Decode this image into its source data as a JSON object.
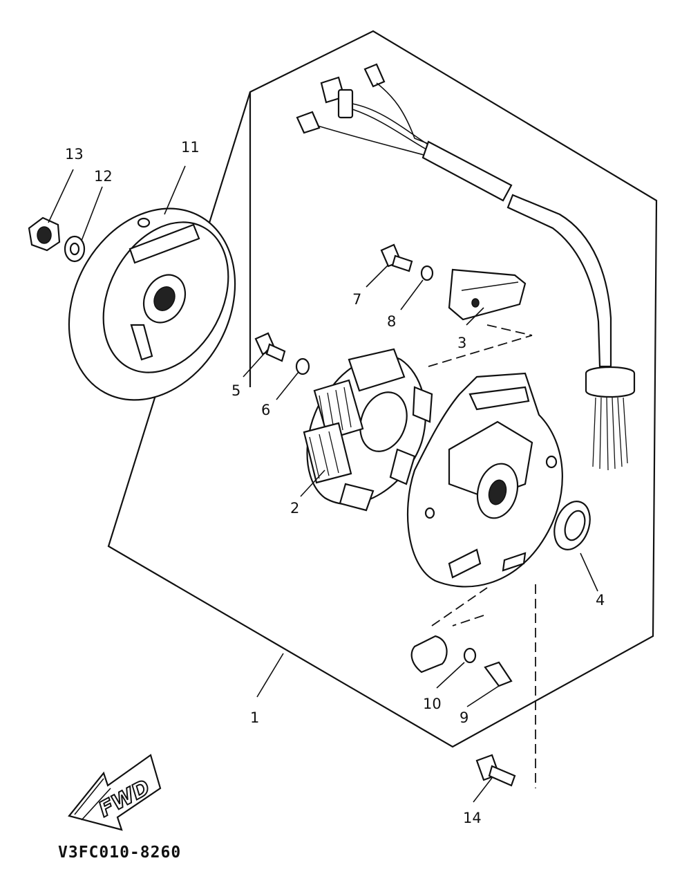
{
  "diagram_code": "V3FC010-8260",
  "fwd_label": "FWD",
  "callouts": [
    {
      "id": "1",
      "text": "1"
    },
    {
      "id": "2",
      "text": "2"
    },
    {
      "id": "3",
      "text": "3"
    },
    {
      "id": "4",
      "text": "4"
    },
    {
      "id": "5",
      "text": "5"
    },
    {
      "id": "6",
      "text": "6"
    },
    {
      "id": "7",
      "text": "7"
    },
    {
      "id": "8",
      "text": "8"
    },
    {
      "id": "9",
      "text": "9"
    },
    {
      "id": "10",
      "text": "10"
    },
    {
      "id": "11",
      "text": "11"
    },
    {
      "id": "12",
      "text": "12"
    },
    {
      "id": "13",
      "text": "13"
    },
    {
      "id": "14",
      "text": "14"
    }
  ]
}
